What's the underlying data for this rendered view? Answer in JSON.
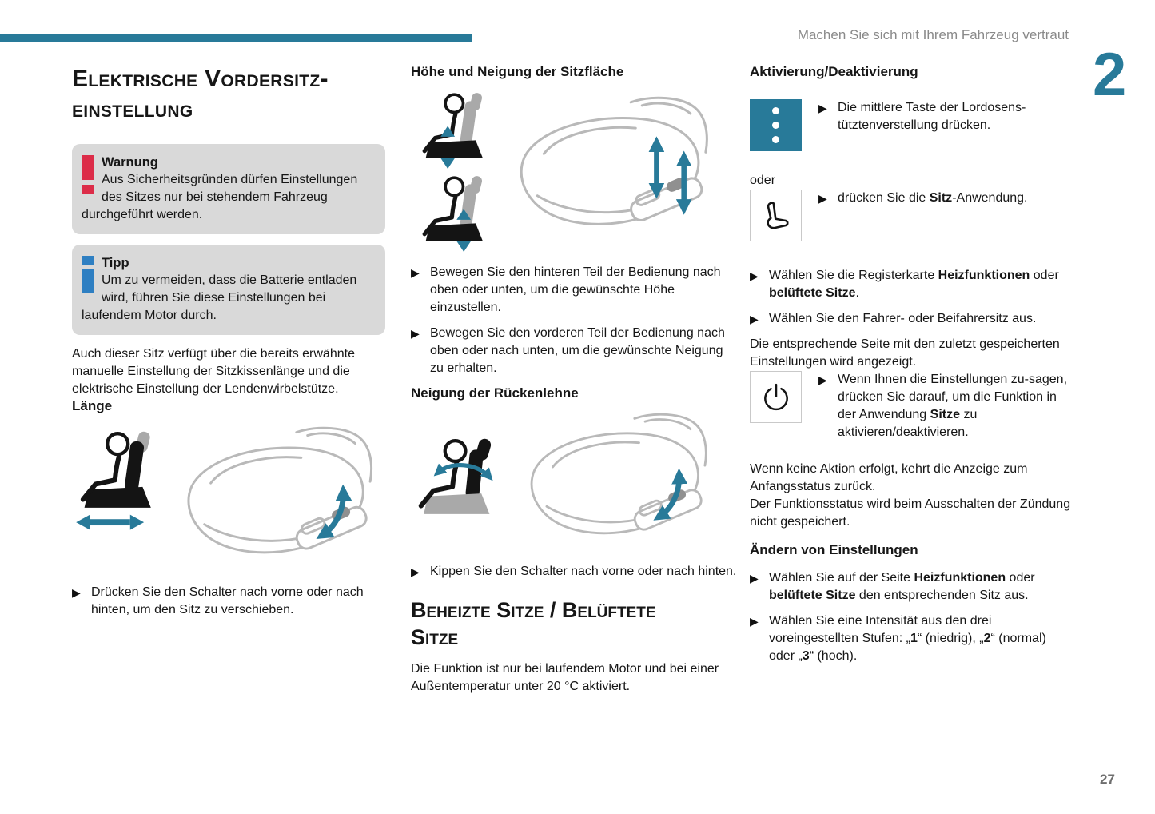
{
  "page": {
    "header_text": "Machen Sie sich mit Ihrem Fahrzeug vertraut",
    "chapter_number": "2",
    "page_number": "27"
  },
  "colors": {
    "teal_accent": "#287a99",
    "warning_red": "#dc2c48",
    "info_blue": "#2e7fc2",
    "box_gray": "#d9d9d9",
    "header_gray": "#8a8a8a",
    "illustration_gray": "#b9b9b9"
  },
  "icons": {
    "bullet": "▶",
    "warning_exclamation": "!",
    "info_i": "i",
    "lumbar_buttons": "three-vertical-dots",
    "seat_app": "seat-side-outline",
    "power": "power-symbol"
  },
  "col1": {
    "title_lines": [
      "Elektrische Vordersitz-",
      "einstellung"
    ],
    "warning_box": {
      "title": "Warnung",
      "body": "Aus Sicherheitsgründen dürfen Einstellungen des Sitzes nur bei stehendem Fahrzeug durchgeführt werden."
    },
    "tip_box": {
      "title": "Tipp",
      "body": "Um zu vermeiden, dass die Batterie entladen wird, führen Sie diese Einstellungen bei laufendem Motor durch."
    },
    "intro": "Auch dieser Sitz verfügt über die bereits erwähnte manuelle Einstellung der Sitzkissenlänge und die elektrische Einstellung der Lendenwirbelstütze.",
    "laenge_heading": "Länge",
    "laenge_bullet": "Drücken Sie den Schalter nach vorne oder nach hinten, um den Sitz zu verschieben."
  },
  "col2": {
    "hoehe_heading": "Höhe und Neigung der Sitzfläche",
    "hoehe_bullet1": "Bewegen Sie den hinteren Teil der Bedienung nach oben oder unten, um die gewünschte Höhe einzustellen.",
    "hoehe_bullet2": "Bewegen Sie den vorderen Teil der Bedienung nach oben oder nach unten, um die gewünschte Neigung zu erhalten.",
    "lehne_heading": "Neigung der Rückenlehne",
    "lehne_bullet": "Kippen Sie den Schalter nach vorne oder nach hinten.",
    "beheizte_title_lines": [
      "Beheizte Sitze / Belüftete",
      "Sitze"
    ],
    "beheizte_body": "Die Funktion ist nur bei laufendem Motor und bei einer Außentemperatur unter 20 °C aktiviert."
  },
  "col3": {
    "aktivierung_heading": "Aktivierung/Deaktivierung",
    "lumbar_bullet": [
      {
        "t": "Die mittlere Taste der Lordosens-tütztenverstellung drücken."
      }
    ],
    "oder_label": "oder",
    "sitz_app_bullet": [
      {
        "t": "drücken Sie die "
      },
      {
        "t": "Sitz",
        "b": true
      },
      {
        "t": "-Anwendung."
      }
    ],
    "registerkarte_bullet": [
      {
        "t": "Wählen Sie die Registerkarte "
      },
      {
        "t": "Heizfunktionen",
        "b": true
      },
      {
        "t": " oder "
      },
      {
        "t": "belüftete Sitze",
        "b": true
      },
      {
        "t": "."
      }
    ],
    "fahrersitz_bullet": [
      {
        "t": "Wählen Sie den Fahrer- oder Beifahrersitz aus."
      }
    ],
    "seite_paragraph": "Die entsprechende Seite mit den zuletzt gespeicherten Einstellungen wird angezeigt.",
    "power_bullet": [
      {
        "t": "Wenn Ihnen die Einstellungen zu-sagen, drücken Sie darauf, um die Funktion in der Anwendung "
      },
      {
        "t": "Sitze",
        "b": true
      },
      {
        "t": " zu aktivieren/deaktivieren."
      }
    ],
    "keine_aktion_lines": [
      "Wenn keine Aktion erfolgt, kehrt die Anzeige zum Anfangsstatus zurück.",
      "Der Funktionsstatus wird beim Ausschalten der Zündung nicht gespeichert."
    ],
    "aendern_heading": "Ändern von Einstellungen",
    "aendern_bullet1": [
      {
        "t": "Wählen Sie auf der Seite "
      },
      {
        "t": "Heizfunktionen",
        "b": true
      },
      {
        "t": " oder "
      },
      {
        "t": "belüftete Sitze",
        "b": true
      },
      {
        "t": " den entsprechenden Sitz aus."
      }
    ],
    "aendern_bullet2": [
      {
        "t": "Wählen Sie eine Intensität aus den drei voreingestellten Stufen: „"
      },
      {
        "t": "1",
        "b": true
      },
      {
        "t": "“ (niedrig), „"
      },
      {
        "t": "2",
        "b": true
      },
      {
        "t": "“ (normal) oder „"
      },
      {
        "t": "3",
        "b": true
      },
      {
        "t": "“ (hoch)."
      }
    ]
  }
}
